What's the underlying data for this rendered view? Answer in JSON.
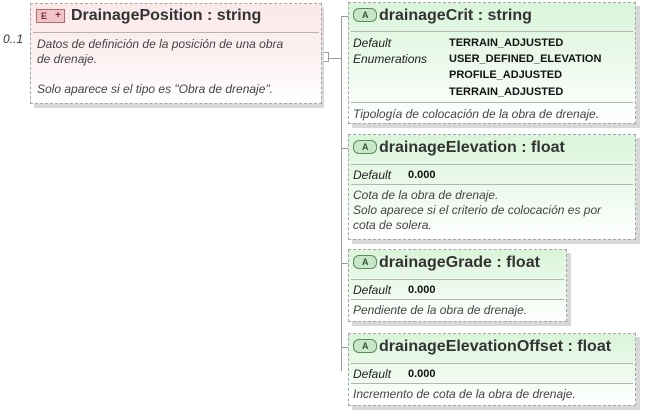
{
  "element": {
    "badge": "E",
    "title": "DrainagePosition : string",
    "multiplicity": "0..1",
    "description_lines": [
      "Datos de definición de la posición de una obra",
      "de drenaje.",
      "",
      "Solo aparece si el tipo es \"Obra de drenaje\"."
    ]
  },
  "attributes": [
    {
      "badge": "A",
      "title": "drainageCrit : string",
      "default_label": "Default",
      "default_value": "TERRAIN_ADJUSTED",
      "enum_label": "Enumerations",
      "enumerations": [
        "USER_DEFINED_ELEVATION",
        "PROFILE_ADJUSTED",
        "TERRAIN_ADJUSTED"
      ],
      "description_lines": [
        "Tipología de colocación de la obra de drenaje."
      ]
    },
    {
      "badge": "A",
      "title": "drainageElevation : float",
      "default_label": "Default",
      "default_value": "0.000",
      "description_lines": [
        "Cota de la obra de drenaje.",
        "Solo aparece si el criterio de colocación es por",
        "cota de solera."
      ]
    },
    {
      "badge": "A",
      "title": "drainageGrade : float",
      "default_label": "Default",
      "default_value": "0.000",
      "description_lines": [
        "Pendiente de la obra de drenaje."
      ]
    },
    {
      "badge": "A",
      "title": "drainageElevationOffset : float",
      "default_label": "Default",
      "default_value": "0.000",
      "description_lines": [
        "Incremento de cota de la obra de drenaje."
      ]
    }
  ],
  "colors": {
    "element_fill": "#fbe9ea",
    "attribute_fill": "#d9f5d9",
    "border": "#a6a6a6"
  }
}
